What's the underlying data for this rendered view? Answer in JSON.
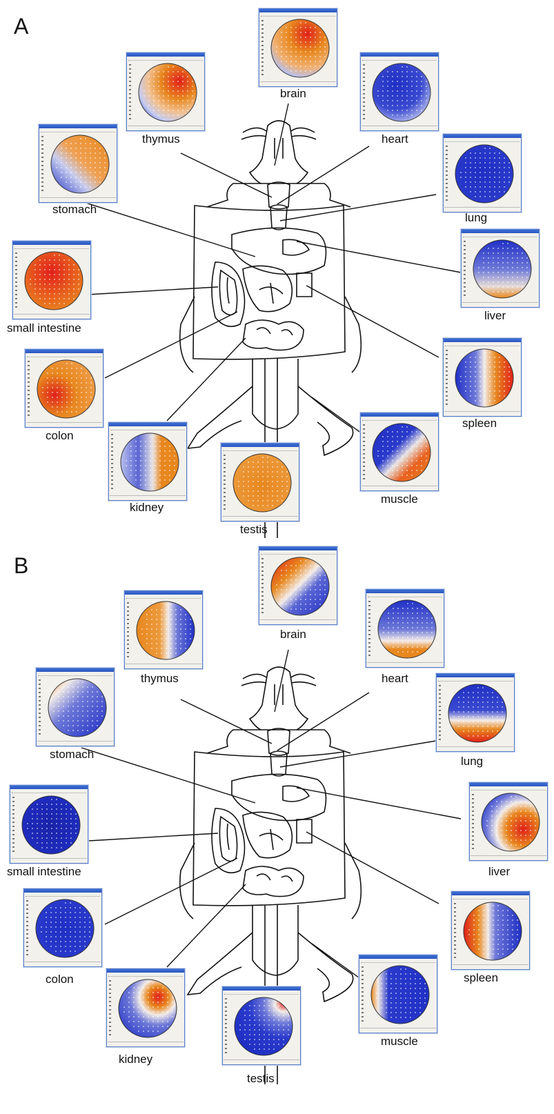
{
  "panels": [
    {
      "letter": "A",
      "organs": {
        "brain": {
          "label": "brain"
        },
        "thymus": {
          "label": "thymus"
        },
        "heart": {
          "label": "heart"
        },
        "stomach": {
          "label": "stomach"
        },
        "lung": {
          "label": "lung"
        },
        "small_intestine": {
          "label": "small intestine"
        },
        "liver": {
          "label": "liver"
        },
        "colon": {
          "label": "colon"
        },
        "spleen": {
          "label": "spleen"
        },
        "kidney": {
          "label": "kidney"
        },
        "testis": {
          "label": "testis"
        },
        "muscle": {
          "label": "muscle"
        }
      }
    },
    {
      "letter": "B",
      "organs": {
        "brain": {
          "label": "brain"
        },
        "thymus": {
          "label": "thymus"
        },
        "heart": {
          "label": "heart"
        },
        "stomach": {
          "label": "stomach"
        },
        "lung": {
          "label": "lung"
        },
        "small_intestine": {
          "label": "small intestine"
        },
        "liver": {
          "label": "liver"
        },
        "colon": {
          "label": "colon"
        },
        "spleen": {
          "label": "spleen"
        },
        "kidney": {
          "label": "kidney"
        },
        "testis": {
          "label": "testis"
        },
        "muscle": {
          "label": "muscle"
        }
      }
    }
  ],
  "colors": {
    "low": "#1f2fc4",
    "mid": "#f2f2f2",
    "high": "#e8871e",
    "peak": "#e0201a",
    "window_frame": "#5a7fc8",
    "outline": "#111111"
  }
}
